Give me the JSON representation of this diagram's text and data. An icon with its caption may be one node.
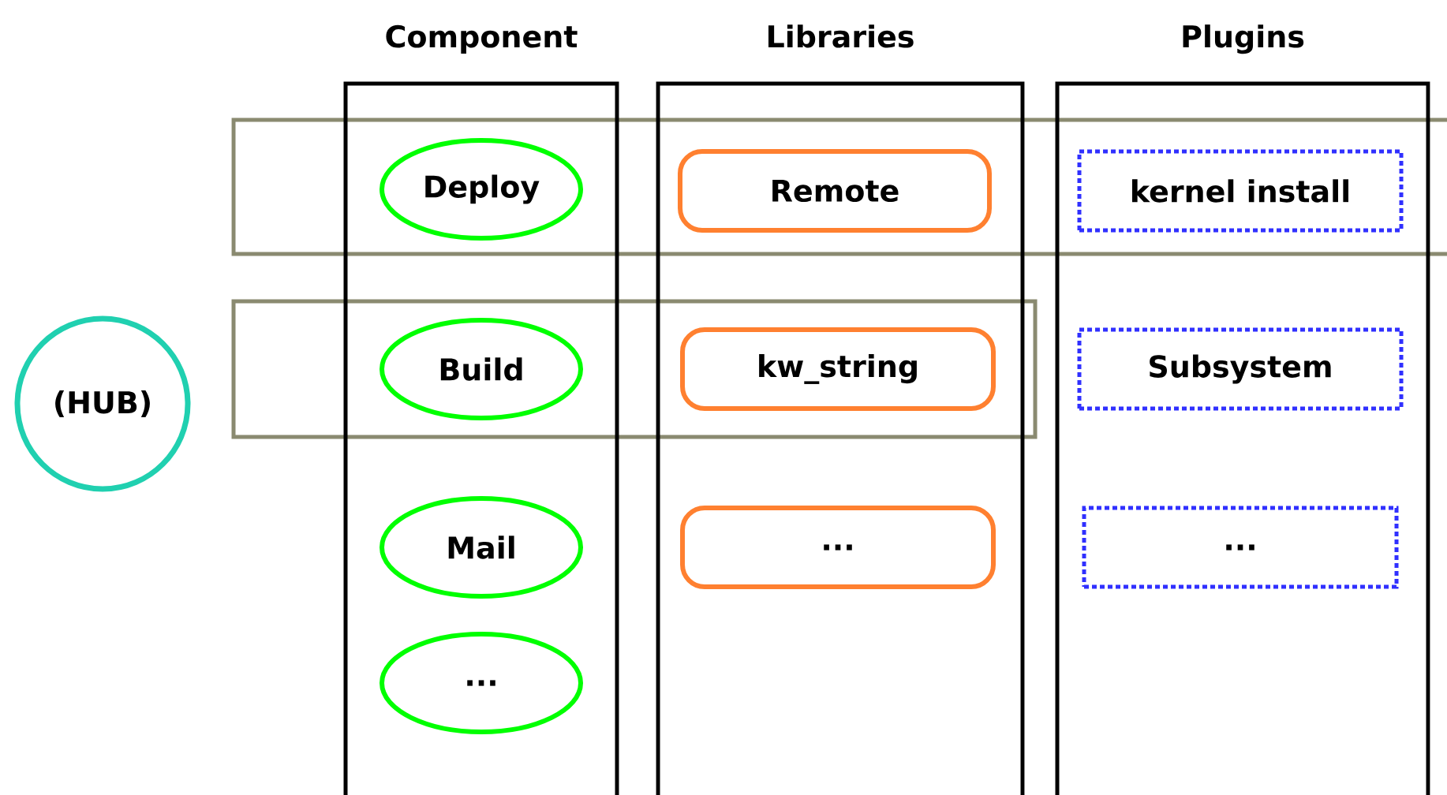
{
  "diagram": {
    "nodes": [
      {
        "text": [
          "Component"
        ]
      },
      {
        "text": [
          "Libraries"
        ]
      },
      {
        "text": [
          "Plugins"
        ]
      },
      {
        "text": [
          "(HUB)"
        ]
      },
      {
        "text": [
          "Deploy"
        ],
        "in": 0
      },
      {
        "text": [
          "Build"
        ],
        "in": 0
      },
      {
        "text": [
          "Mail"
        ],
        "in": 0
      },
      {
        "text": [
          "..."
        ],
        "in": 0
      },
      {
        "text": [
          "Remote"
        ],
        "in": 1
      },
      {
        "text": [
          "kw_string"
        ],
        "in": 1
      },
      {
        "text": [
          "..."
        ],
        "in": 1
      },
      {
        "text": [
          "kernel install"
        ],
        "in": 2
      },
      {
        "text": [
          "Subsystem"
        ],
        "in": 2
      },
      {
        "text": [
          "..."
        ],
        "in": 2
      }
    ]
  }
}
